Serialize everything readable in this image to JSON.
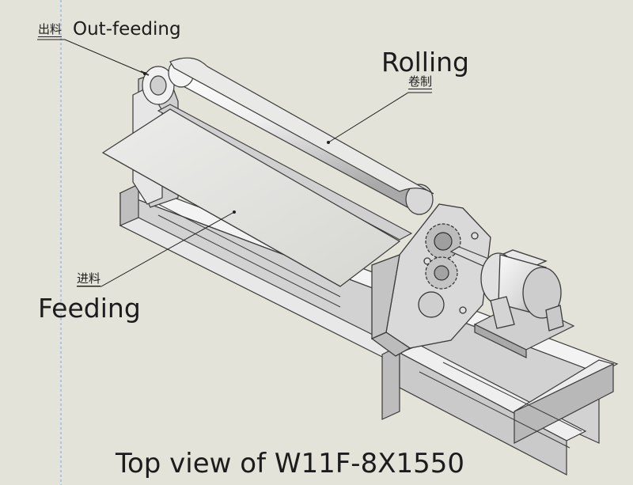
{
  "labels": {
    "out_feeding_cn": "出料",
    "out_feeding_en": "Out-feeding",
    "rolling_en": "Rolling",
    "rolling_cn": "卷制",
    "feeding_cn": "进料",
    "feeding_en": "Feeding"
  },
  "caption": "Top view of W11F-8X1550",
  "colors": {
    "background": "#e4e3d9",
    "steel_light": "#f2f2f2",
    "steel_mid": "#cfcfcf",
    "steel_dark": "#9a9a9a",
    "outline": "#3a3a3a",
    "guide_line": "#7aa7d6"
  }
}
